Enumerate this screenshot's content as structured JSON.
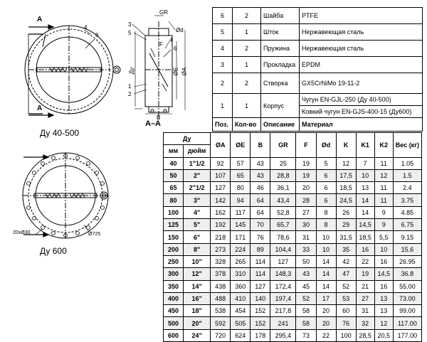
{
  "drawing_labels": {
    "section_a_top": "A",
    "section_a_bottom": "A",
    "leader_4": "4",
    "leader_6": "6",
    "view1_caption": "Ду 40-500",
    "section_caption": "A–A",
    "gr": "GR",
    "d": "Ød",
    "dn_vert": "Ду",
    "oe": "ØE",
    "oa": "ØA",
    "f": "F",
    "b": "B",
    "sec_3": "3",
    "sec_5": "5",
    "sec_1": "1",
    "sec_2": "2",
    "view2_caption": "Ду 600",
    "holes_note": "20xØ30",
    "pcd_note": "Ø725"
  },
  "parts_table": {
    "rows": [
      {
        "pos": "6",
        "qty": "2",
        "desc": "Шайба",
        "material": [
          "PTFE"
        ]
      },
      {
        "pos": "5",
        "qty": "1",
        "desc": "Шток",
        "material": [
          "Нержавеющая сталь"
        ]
      },
      {
        "pos": "4",
        "qty": "2",
        "desc": "Пружина",
        "material": [
          "Нержавеющая сталь"
        ]
      },
      {
        "pos": "3",
        "qty": "1",
        "desc": "Прокладка",
        "material": [
          "EPDM"
        ]
      },
      {
        "pos": "2",
        "qty": "2",
        "desc": "Створка",
        "material": [
          "GX5CrNiMo 19-11-2"
        ]
      },
      {
        "pos": "1",
        "qty": "1",
        "desc": "Корпус",
        "material": [
          "Чугун EN-GJL-250 (Ду 40-500)",
          "Ковкий чугун EN-GJS-400-15 (Ду600)"
        ]
      }
    ],
    "headers": {
      "pos": "Поз.",
      "qty": "Кол-во",
      "desc": "Описание",
      "material": "Материал"
    }
  },
  "dims_table": {
    "header_dn": "Ду",
    "header_mm": "мм",
    "header_inch": "дюйм",
    "columns": [
      "ØA",
      "ØE",
      "B",
      "GR",
      "F",
      "Ød",
      "K",
      "K1",
      "K2",
      "Вес (кг)"
    ],
    "rows": [
      [
        "40",
        "1\"1/2",
        "92",
        "57",
        "43",
        "25",
        "19",
        "5",
        "12",
        "7",
        "11",
        "1.05"
      ],
      [
        "50",
        "2\"",
        "107",
        "65",
        "43",
        "28,8",
        "19",
        "6",
        "17,5",
        "10",
        "12",
        "1.5"
      ],
      [
        "65",
        "2\"1/2",
        "127",
        "80",
        "46",
        "36,1",
        "20",
        "6",
        "18,5",
        "13",
        "11",
        "2.4"
      ],
      [
        "80",
        "3\"",
        "142",
        "94",
        "64",
        "43,4",
        "28",
        "6",
        "24,5",
        "14",
        "11",
        "3.75"
      ],
      [
        "100",
        "4\"",
        "162",
        "117",
        "64",
        "52,8",
        "27",
        "8",
        "26",
        "14",
        "9",
        "4.85"
      ],
      [
        "125",
        "5\"",
        "192",
        "145",
        "70",
        "65,7",
        "30",
        "8",
        "29",
        "14,5",
        "9",
        "6.75"
      ],
      [
        "150",
        "6\"",
        "218",
        "171",
        "76",
        "78,6",
        "31",
        "10",
        "31,5",
        "18,5",
        "5,5",
        "9.15"
      ],
      [
        "200",
        "8\"",
        "273",
        "224",
        "89",
        "104,4",
        "33",
        "10",
        "35",
        "16",
        "10",
        "15.6"
      ],
      [
        "250",
        "10\"",
        "328",
        "265",
        "114",
        "127",
        "50",
        "14",
        "42",
        "22",
        "16",
        "26.95"
      ],
      [
        "300",
        "12\"",
        "378",
        "310",
        "114",
        "148,3",
        "43",
        "14",
        "47",
        "19",
        "14,5",
        "36.8"
      ],
      [
        "350",
        "14\"",
        "438",
        "360",
        "127",
        "172,4",
        "45",
        "14",
        "52",
        "21",
        "16",
        "55.00"
      ],
      [
        "400",
        "16\"",
        "488",
        "410",
        "140",
        "197,4",
        "52",
        "17",
        "53",
        "27",
        "13",
        "73.00"
      ],
      [
        "450",
        "18\"",
        "538",
        "454",
        "152",
        "217,8",
        "58",
        "20",
        "60",
        "31",
        "13",
        "99.00"
      ],
      [
        "500",
        "20\"",
        "592",
        "505",
        "152",
        "241",
        "58",
        "20",
        "76",
        "32",
        "12",
        "117.00"
      ],
      [
        "600",
        "24\"",
        "720",
        "624",
        "178",
        "295,4",
        "73",
        "22",
        "100",
        "28,5",
        "20,5",
        "177.00"
      ]
    ]
  }
}
